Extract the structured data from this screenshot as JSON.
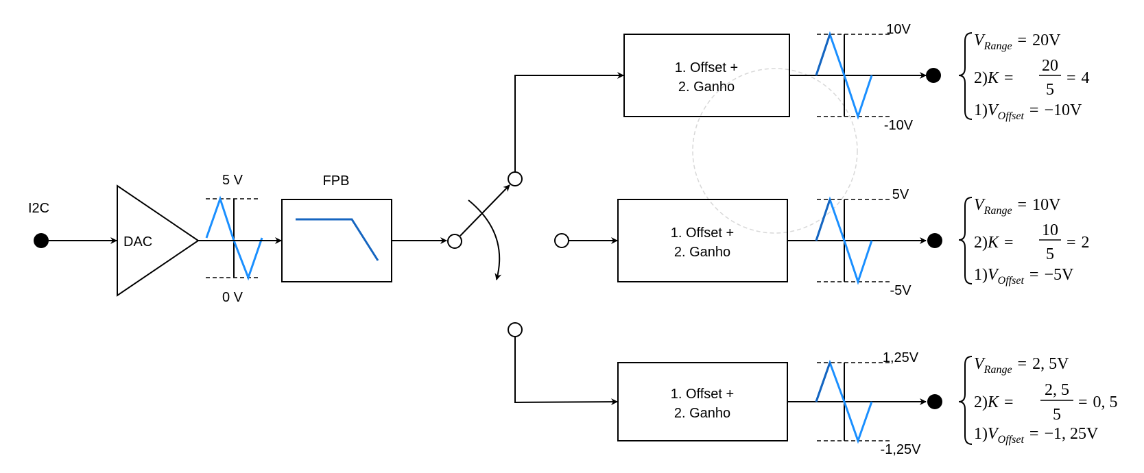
{
  "colors": {
    "wire": "#000000",
    "signal_light": "#1a8fff",
    "signal_dark": "#1565c0",
    "filter": "#1565c0"
  },
  "input": {
    "label": "I2C"
  },
  "dac": {
    "label": "DAC",
    "top_label": "5 V",
    "bottom_label": "0 V"
  },
  "filter": {
    "label": "FPB"
  },
  "branches": [
    {
      "block_line1": "1. Offset +",
      "block_line2": "2. Ganho",
      "top_label": "10V",
      "bottom_label": "-10V",
      "vrange_value": "20V",
      "k_num": "20",
      "k_den": "5",
      "k_result": "4",
      "voffset_value": "−10V"
    },
    {
      "block_line1": "1. Offset +",
      "block_line2": "2. Ganho",
      "top_label": "5V",
      "bottom_label": "-5V",
      "vrange_value": "10V",
      "k_num": "10",
      "k_den": "5",
      "k_result": "2",
      "voffset_value": "−5V"
    },
    {
      "block_line1": "1. Offset +",
      "block_line2": "2. Ganho",
      "top_label": "1,25V",
      "bottom_label": "-1,25V",
      "vrange_value": "2, 5V",
      "k_num": "2, 5",
      "k_den": "5",
      "k_result": "0, 5",
      "voffset_value": "−1, 25V"
    }
  ],
  "equation": {
    "v_symbol": "V",
    "range_sub": "Range",
    "offset_sub": "Offset",
    "k_prefix": "2)",
    "k_symbol": "K",
    "offset_prefix": "1)",
    "equals": "="
  }
}
